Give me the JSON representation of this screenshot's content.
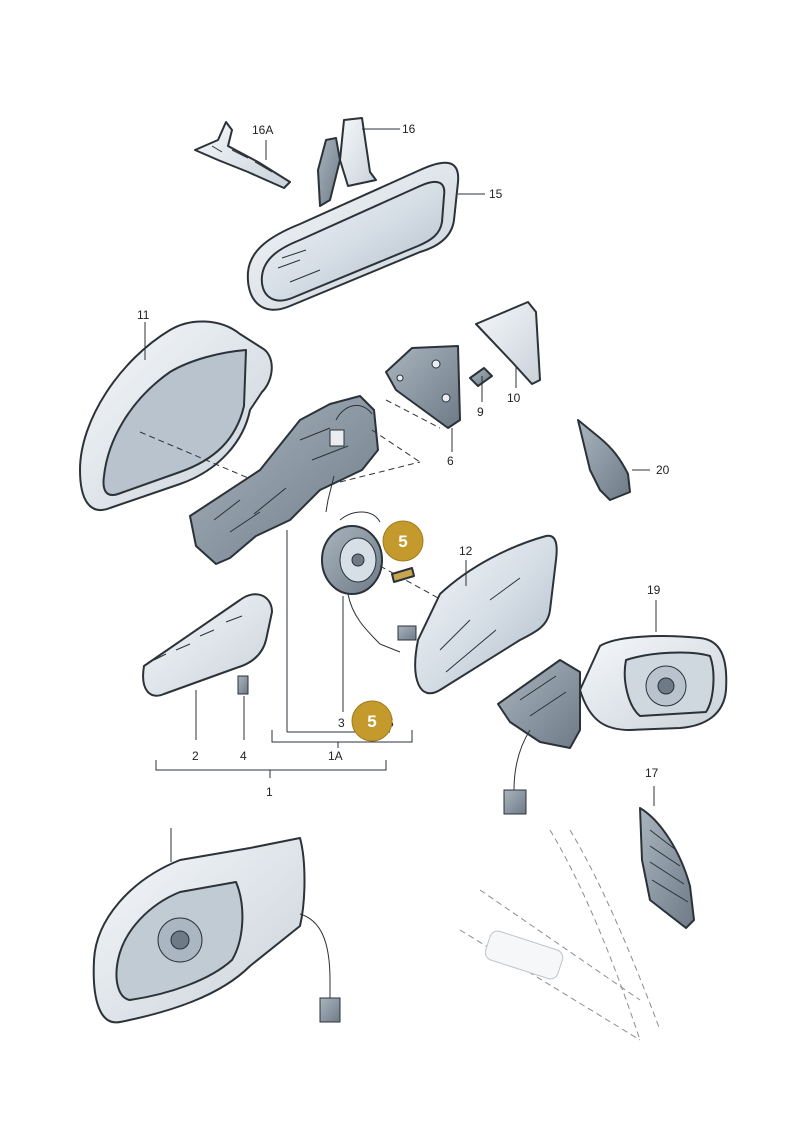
{
  "labels": {
    "l16a": "16A",
    "l16": "16",
    "l15": "15",
    "l11": "11",
    "l10": "10",
    "l9": "9",
    "l6": "6",
    "l20": "20",
    "l12": "12",
    "l19": "19",
    "l2": "2",
    "l4": "4",
    "l3": "3",
    "l1a": "1A",
    "l1": "1",
    "l17": "17",
    "l5b_suffix": "5"
  },
  "badges": {
    "upper": "5",
    "lower": "5"
  },
  "colors": {
    "badge_fill": "#c49a2c",
    "badge_stroke": "#a07c1e",
    "part_fill": "#e9edf1",
    "glass_fill": "#dce3ea",
    "line": "#2b3238"
  }
}
